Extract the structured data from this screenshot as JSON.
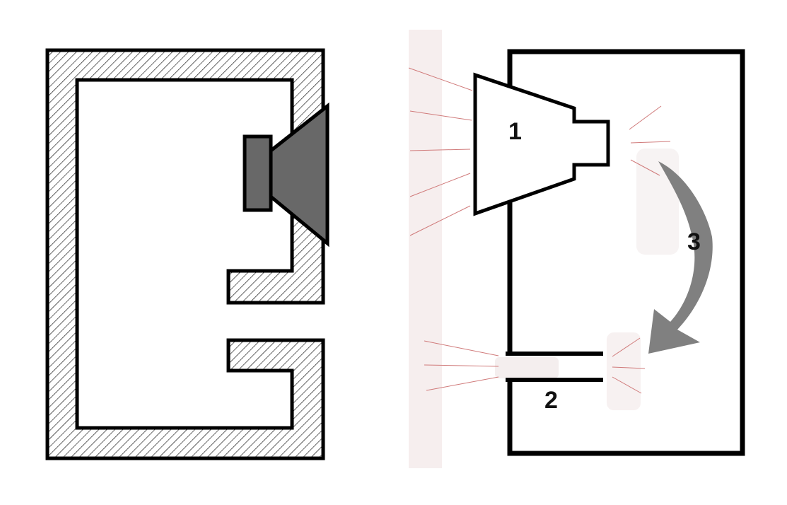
{
  "labels": {
    "driver": "1",
    "port": "2",
    "path": "3"
  },
  "colors": {
    "wall_stroke": "#000000",
    "speaker_fill": "#686868",
    "arrow_fill": "#808080",
    "sound_lines": "#d07a7a",
    "haze": "#f6eeee"
  }
}
